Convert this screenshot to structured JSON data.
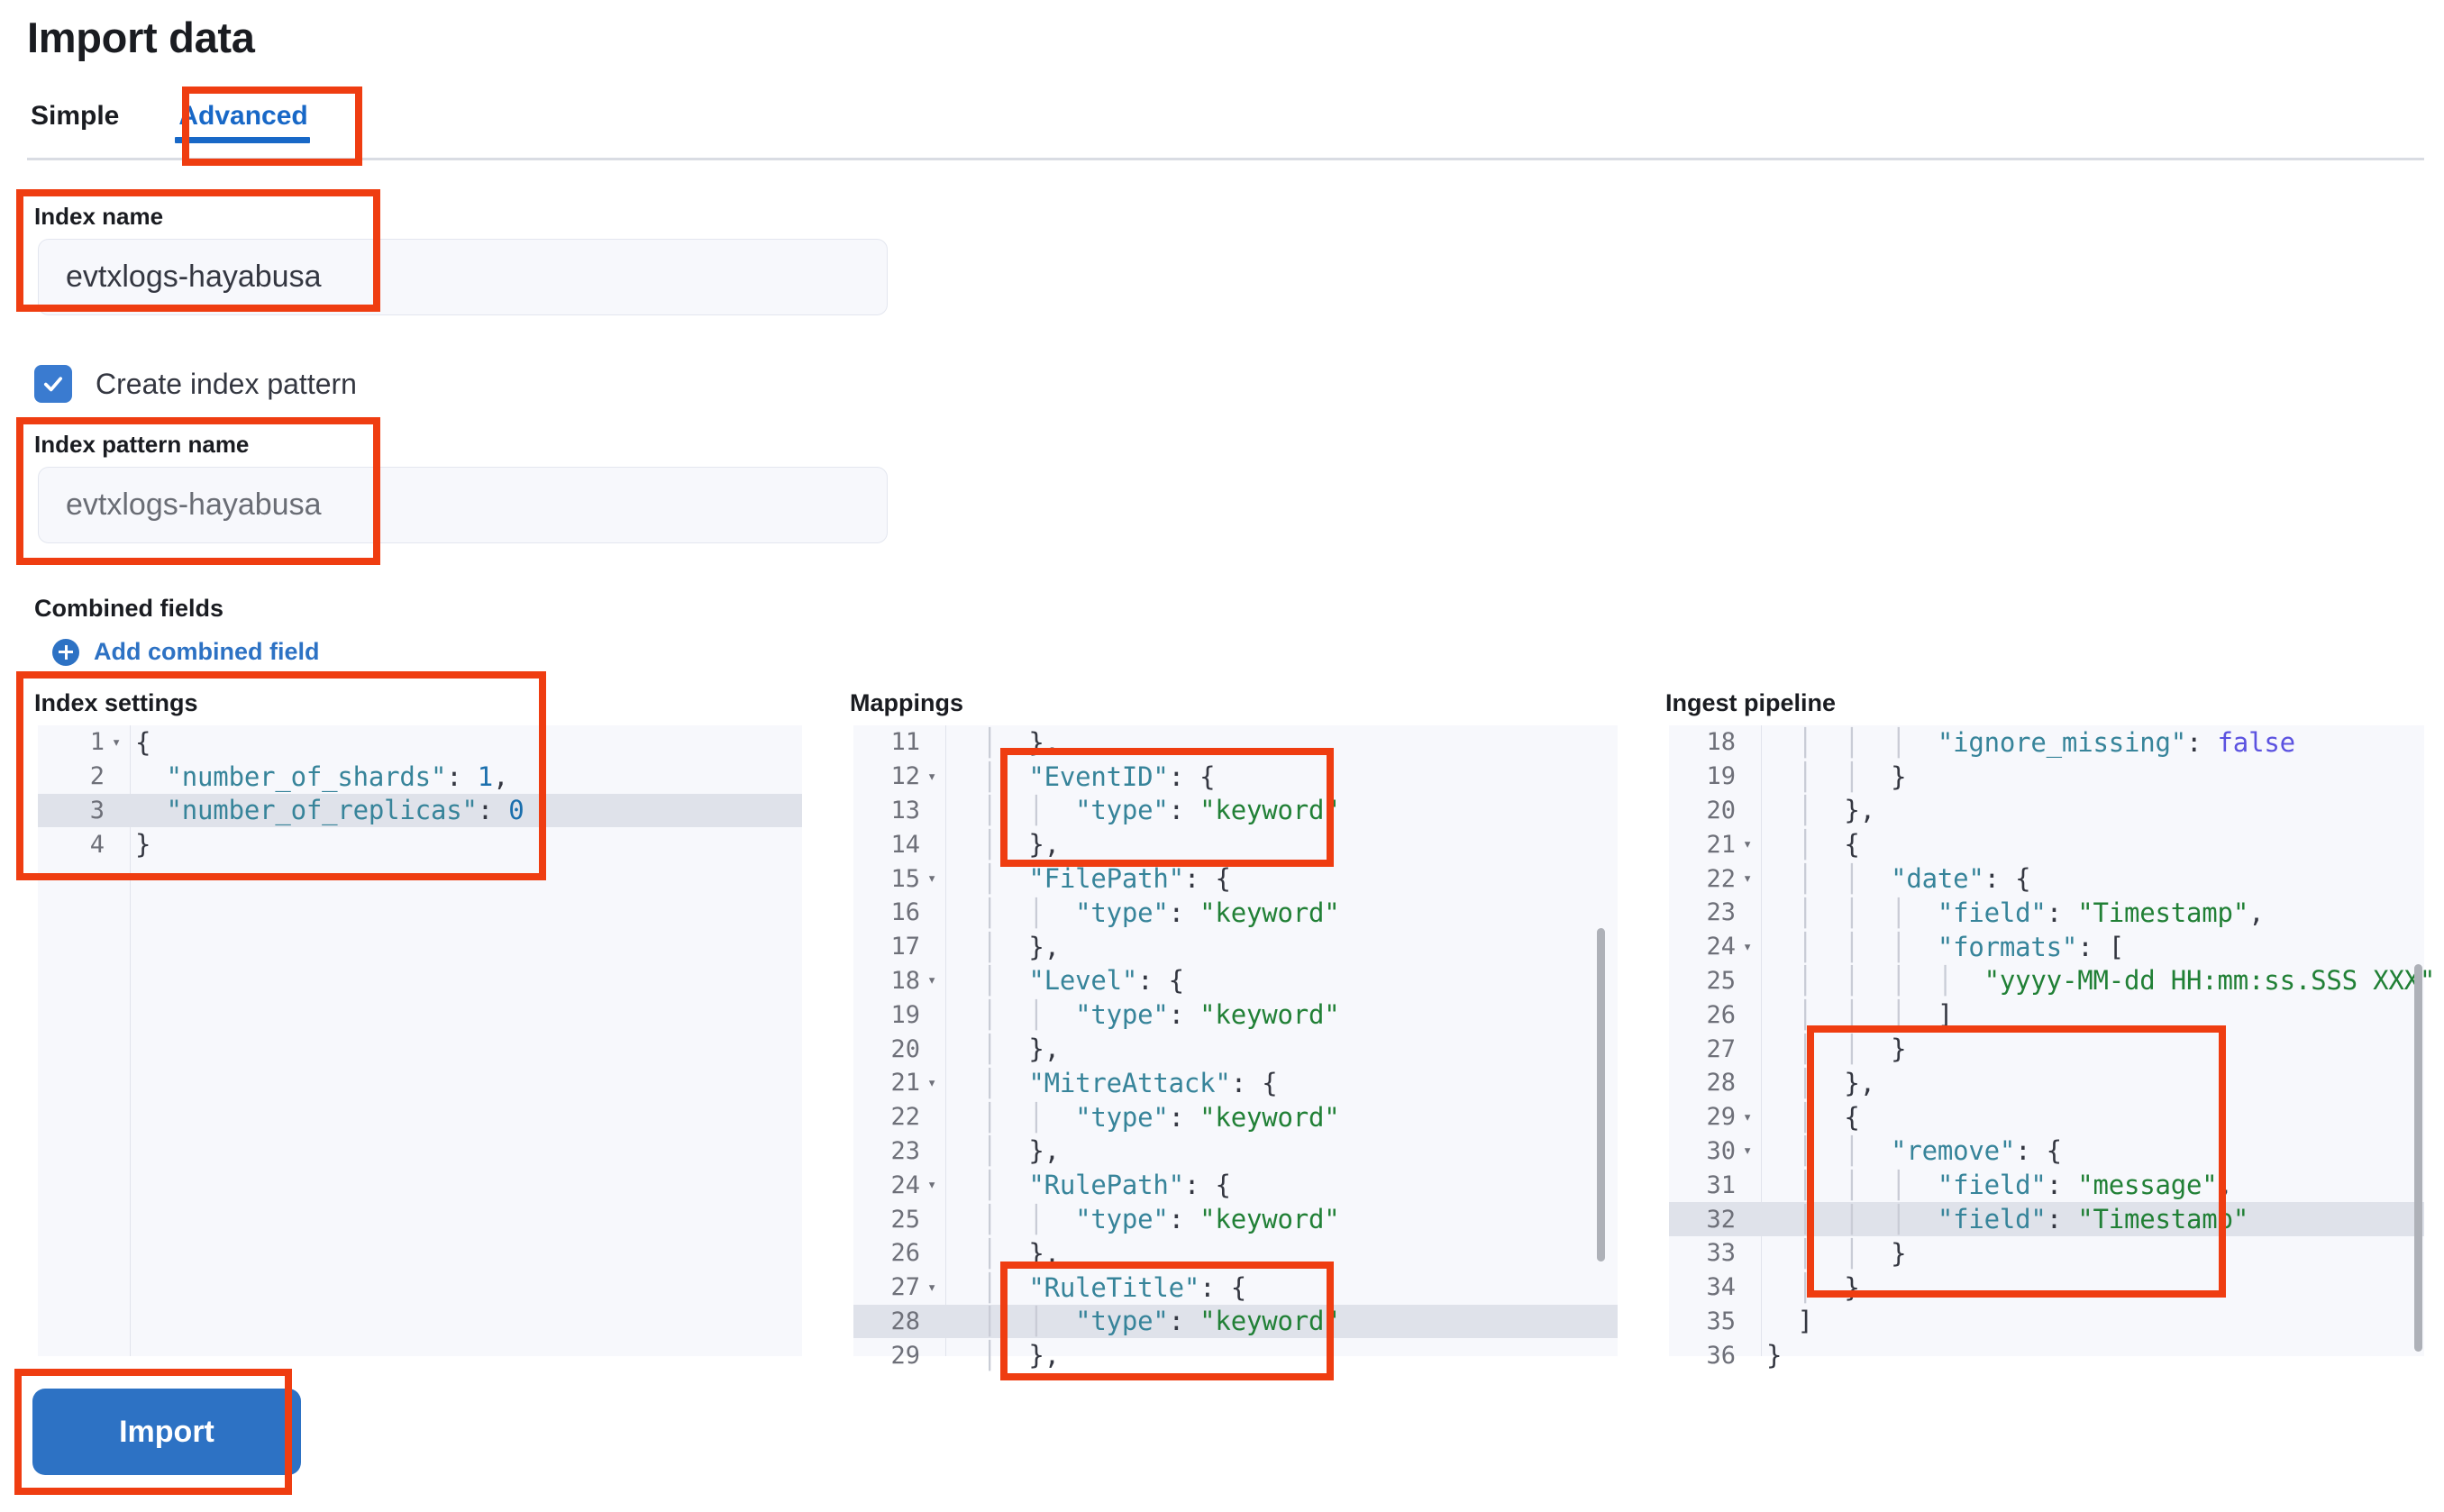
{
  "page": {
    "title": "Import data"
  },
  "tabs": [
    {
      "label": "Simple",
      "active": false
    },
    {
      "label": "Advanced",
      "active": true
    }
  ],
  "form": {
    "index_name": {
      "label": "Index name",
      "value": "evtxlogs-hayabusa"
    },
    "create_index_pattern": {
      "label": "Create index pattern",
      "checked": true
    },
    "index_pattern_name": {
      "label": "Index pattern name",
      "placeholder": "evtxlogs-hayabusa",
      "value": ""
    },
    "combined_fields": {
      "title": "Combined fields",
      "add_label": "Add combined field"
    }
  },
  "editors": {
    "index_settings": {
      "title": "Index settings",
      "first_line": 1,
      "highlight_line": 3,
      "lines": [
        {
          "n": 1,
          "fold": true,
          "text": "{"
        },
        {
          "n": 2,
          "fold": false,
          "text": "  \"number_of_shards\": 1,"
        },
        {
          "n": 3,
          "fold": false,
          "text": "  \"number_of_replicas\": 0"
        },
        {
          "n": 4,
          "fold": false,
          "text": "}"
        }
      ]
    },
    "mappings": {
      "title": "Mappings",
      "first_line": 11,
      "highlight_line": 28,
      "lines": [
        {
          "n": 11,
          "fold": false,
          "text": "  │  },"
        },
        {
          "n": 12,
          "fold": true,
          "text": "  │  \"EventID\": {"
        },
        {
          "n": 13,
          "fold": false,
          "text": "  │  │  \"type\": \"keyword\""
        },
        {
          "n": 14,
          "fold": false,
          "text": "  │  },"
        },
        {
          "n": 15,
          "fold": true,
          "text": "  │  \"FilePath\": {"
        },
        {
          "n": 16,
          "fold": false,
          "text": "  │  │  \"type\": \"keyword\""
        },
        {
          "n": 17,
          "fold": false,
          "text": "  │  },"
        },
        {
          "n": 18,
          "fold": true,
          "text": "  │  \"Level\": {"
        },
        {
          "n": 19,
          "fold": false,
          "text": "  │  │  \"type\": \"keyword\""
        },
        {
          "n": 20,
          "fold": false,
          "text": "  │  },"
        },
        {
          "n": 21,
          "fold": true,
          "text": "  │  \"MitreAttack\": {"
        },
        {
          "n": 22,
          "fold": false,
          "text": "  │  │  \"type\": \"keyword\""
        },
        {
          "n": 23,
          "fold": false,
          "text": "  │  },"
        },
        {
          "n": 24,
          "fold": true,
          "text": "  │  \"RulePath\": {"
        },
        {
          "n": 25,
          "fold": false,
          "text": "  │  │  \"type\": \"keyword\""
        },
        {
          "n": 26,
          "fold": false,
          "text": "  │  },"
        },
        {
          "n": 27,
          "fold": true,
          "text": "  │  \"RuleTitle\": {"
        },
        {
          "n": 28,
          "fold": false,
          "text": "  │  │  \"type\": \"keyword\""
        },
        {
          "n": 29,
          "fold": false,
          "text": "  │  },"
        }
      ]
    },
    "ingest_pipeline": {
      "title": "Ingest pipeline",
      "first_line": 18,
      "highlight_line": 32,
      "lines": [
        {
          "n": 18,
          "fold": false,
          "text": "  │  │  │  \"ignore_missing\": false"
        },
        {
          "n": 19,
          "fold": false,
          "text": "  │  │  }"
        },
        {
          "n": 20,
          "fold": false,
          "text": "  │  },"
        },
        {
          "n": 21,
          "fold": true,
          "text": "  │  {"
        },
        {
          "n": 22,
          "fold": true,
          "text": "  │  │  \"date\": {"
        },
        {
          "n": 23,
          "fold": false,
          "text": "  │  │  │  \"field\": \"Timestamp\","
        },
        {
          "n": 24,
          "fold": true,
          "text": "  │  │  │  \"formats\": ["
        },
        {
          "n": 25,
          "fold": false,
          "text": "  │  │  │  │  \"yyyy-MM-dd HH:mm:ss.SSS XXX\""
        },
        {
          "n": 26,
          "fold": false,
          "text": "  │  │  │  ]"
        },
        {
          "n": 27,
          "fold": false,
          "text": "  │  │  }"
        },
        {
          "n": 28,
          "fold": false,
          "text": "  │  },"
        },
        {
          "n": 29,
          "fold": true,
          "text": "  │  {"
        },
        {
          "n": 30,
          "fold": true,
          "text": "  │  │  \"remove\": {"
        },
        {
          "n": 31,
          "fold": false,
          "text": "  │  │  │  \"field\": \"message\","
        },
        {
          "n": 32,
          "fold": false,
          "text": "  │  │  │  \"field\": \"Timestamp\""
        },
        {
          "n": 33,
          "fold": false,
          "text": "  │  │  }"
        },
        {
          "n": 34,
          "fold": false,
          "text": "  │  }"
        },
        {
          "n": 35,
          "fold": false,
          "text": "  ]"
        },
        {
          "n": 36,
          "fold": false,
          "text": "}"
        }
      ]
    }
  },
  "actions": {
    "import_label": "Import"
  },
  "colors": {
    "accent": "#2d72c4",
    "tab_active": "#1868c7",
    "annotation": "#ef3d11",
    "editor_bg": "#f7f8fc",
    "highlight_row": "#dfe2ea",
    "string_token": "#218036",
    "key_token": "#37849a",
    "bool_token": "#5b52e0"
  }
}
